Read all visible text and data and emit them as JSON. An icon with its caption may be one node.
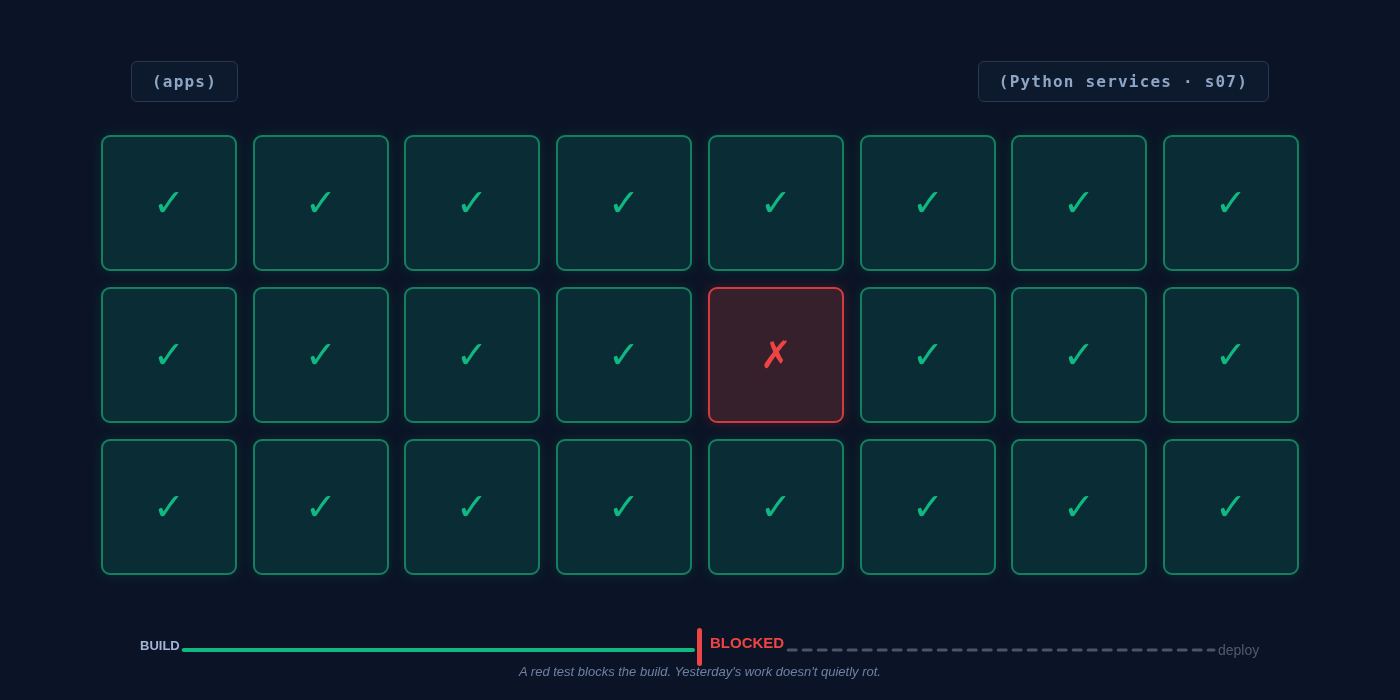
{
  "diagram": {
    "caption": "A red test blocks the build. Yesterday's work doesn't quietly rot.",
    "nodes": [
      {
        "text": [
          "(apps)"
        ]
      },
      {
        "text": [
          "(Python services · s07)"
        ]
      },
      {
        "text": [
          "✓"
        ]
      },
      {
        "text": [
          "✓"
        ]
      },
      {
        "text": [
          "✓"
        ]
      },
      {
        "text": [
          "✓"
        ]
      },
      {
        "text": [
          "✓"
        ]
      },
      {
        "text": [
          "✓"
        ]
      },
      {
        "text": [
          "✓"
        ]
      },
      {
        "text": [
          "✓"
        ]
      },
      {
        "text": [
          "✓"
        ]
      },
      {
        "text": [
          "✓"
        ]
      },
      {
        "text": [
          "✓"
        ]
      },
      {
        "text": [
          "✓"
        ]
      },
      {
        "text": [
          "✗"
        ]
      },
      {
        "text": [
          "✓"
        ]
      },
      {
        "text": [
          "✓"
        ]
      },
      {
        "text": [
          "✓"
        ]
      },
      {
        "text": [
          "✓"
        ]
      },
      {
        "text": [
          "✓"
        ]
      },
      {
        "text": [
          "✓"
        ]
      },
      {
        "text": [
          "✓"
        ]
      },
      {
        "text": [
          "✓"
        ]
      },
      {
        "text": [
          "✓"
        ]
      },
      {
        "text": [
          "✓"
        ]
      },
      {
        "text": [
          "✓"
        ]
      },
      {
        "text": [
          "BUILD"
        ]
      },
      {
        "text": [],
        "shape": "bar"
      },
      {
        "text": [
          "BLOCKED"
        ]
      },
      {
        "text": [
          "deploy"
        ]
      }
    ],
    "edges": [
      {
        "from": 26,
        "to": 27,
        "arrow": "none",
        "color": "#10b981"
      },
      {
        "from": 28,
        "to": 29,
        "arrow": "none",
        "style": "dashed",
        "color": "#4b5563"
      }
    ]
  }
}
